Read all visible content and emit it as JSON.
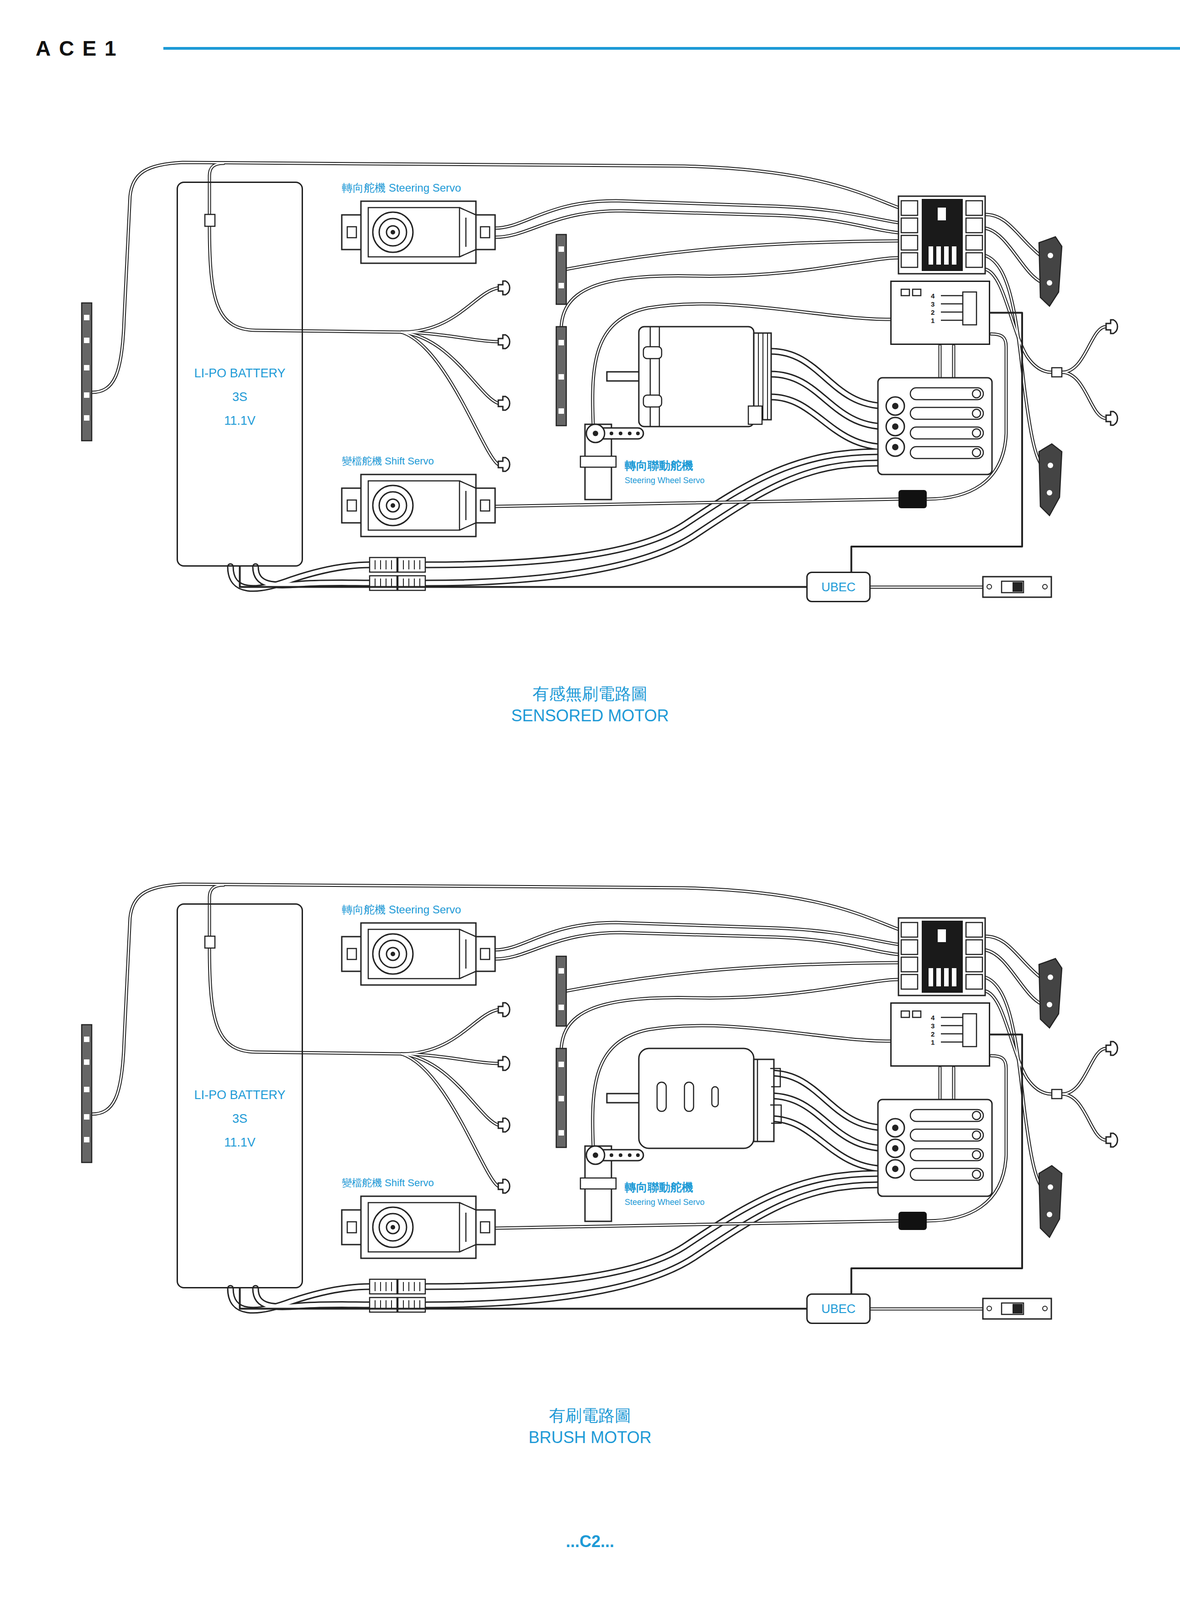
{
  "diagram": {
    "nodes": [
      {
        "text": [
          "LI-PO BATTERY",
          "3S",
          "11.1V"
        ]
      },
      {
        "text": [
          "4",
          "3",
          "2",
          "1"
        ]
      },
      {
        "text": [
          "UBEC"
        ]
      },
      {
        "text": [
          "LI-PO BATTERY",
          "3S",
          "11.1V"
        ]
      },
      {
        "text": [
          "4",
          "3",
          "2",
          "1"
        ]
      },
      {
        "text": [
          "UBEC"
        ]
      }
    ],
    "edges": [
      {
        "from": 0,
        "to": 2,
        "arrow": "none"
      },
      {
        "from": 2,
        "to": 1,
        "arrow": "none"
      },
      {
        "from": 3,
        "to": 5,
        "arrow": "none"
      },
      {
        "from": 5,
        "to": 4,
        "arrow": "none"
      }
    ],
    "labels": [
      "ACE1",
      "轉向舵機 Steering Servo",
      "變檔舵機 Shift Servo",
      "轉向聯動舵機",
      "Steering Wheel Servo",
      "有感無刷電路圖",
      "SENSORED MOTOR",
      "轉向舵機 Steering Servo",
      "變檔舵機 Shift Servo",
      "轉向聯動舵機",
      "Steering Wheel Servo",
      "有刷電路圖",
      "BRUSH MOTOR",
      "...C2..."
    ]
  }
}
